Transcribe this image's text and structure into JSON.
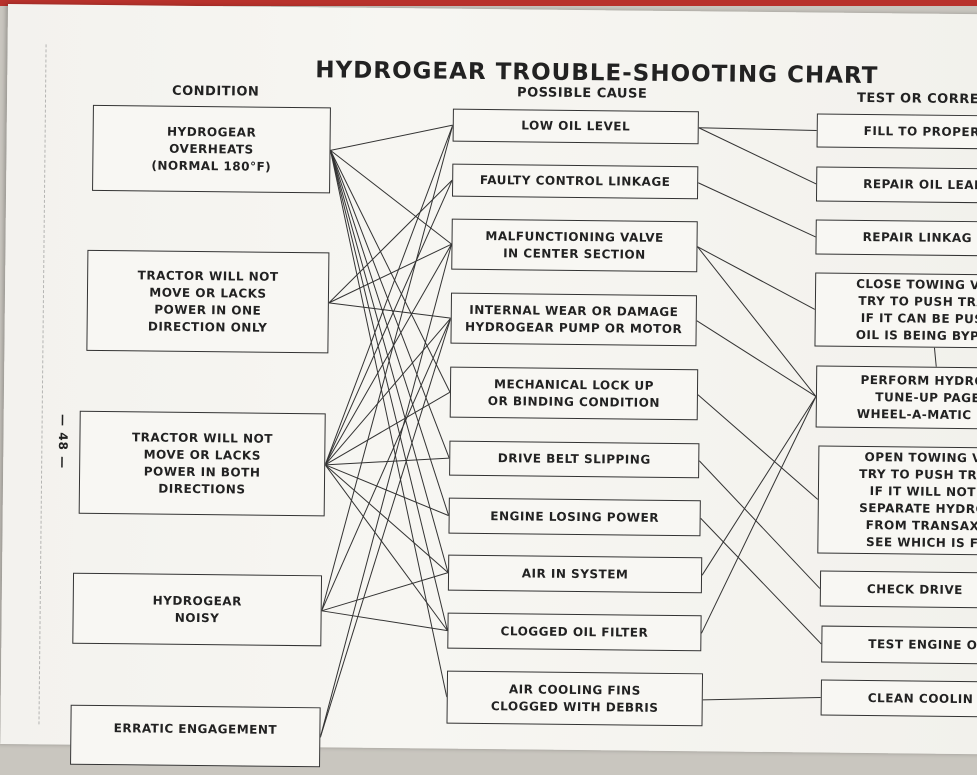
{
  "title": "HYDROGEAR TROUBLE-SHOOTING CHART",
  "page_number": "— 48 —",
  "columns": {
    "condition": "CONDITION",
    "cause": "POSSIBLE CAUSE",
    "test": "TEST OR CORREC"
  },
  "conditions": [
    {
      "id": "c1",
      "label": "HYDROGEAR\nOVERHEATS\n(NORMAL 180°F)"
    },
    {
      "id": "c2",
      "label": "TRACTOR WILL NOT\nMOVE OR LACKS\nPOWER IN ONE\nDIRECTION ONLY"
    },
    {
      "id": "c3",
      "label": "TRACTOR WILL NOT\nMOVE OR LACKS\nPOWER IN BOTH\nDIRECTIONS"
    },
    {
      "id": "c4",
      "label": "HYDROGEAR\nNOISY"
    },
    {
      "id": "c5",
      "label": "ERRATIC ENGAGEMENT"
    }
  ],
  "causes": [
    {
      "id": "p1",
      "label": "LOW OIL LEVEL"
    },
    {
      "id": "p2",
      "label": "FAULTY CONTROL LINKAGE"
    },
    {
      "id": "p3",
      "label": "MALFUNCTIONING VALVE\nIN CENTER SECTION"
    },
    {
      "id": "p4",
      "label": "INTERNAL WEAR OR DAMAGE\nHYDROGEAR PUMP OR MOTOR"
    },
    {
      "id": "p5",
      "label": "MECHANICAL LOCK UP\nOR BINDING CONDITION"
    },
    {
      "id": "p6",
      "label": "DRIVE BELT SLIPPING"
    },
    {
      "id": "p7",
      "label": "ENGINE LOSING POWER"
    },
    {
      "id": "p8",
      "label": "AIR IN SYSTEM"
    },
    {
      "id": "p9",
      "label": "CLOGGED OIL FILTER"
    },
    {
      "id": "p10",
      "label": "AIR COOLING FINS\nCLOGGED WITH DEBRIS"
    }
  ],
  "tests": [
    {
      "id": "t1",
      "label": "FILL TO PROPER LE"
    },
    {
      "id": "t2",
      "label": "REPAIR OIL LEAK"
    },
    {
      "id": "t3",
      "label": "REPAIR LINKAG"
    },
    {
      "id": "t4",
      "label": "CLOSE TOWING VA\nTRY TO PUSH TRA\nIF IT CAN BE PUS\nOIL IS BEING BYPA"
    },
    {
      "id": "t5",
      "label": "PERFORM HYDROG\nTUNE-UP PAGE\nWHEEL-A-MATIC MA"
    },
    {
      "id": "t6",
      "label": "OPEN TOWING V\nTRY TO PUSH TRA\nIF IT WILL NOT\nSEPARATE HYDRO\nFROM TRANSAX\nSEE WHICH IS F"
    },
    {
      "id": "t7",
      "label": "CHECK DRIVE"
    },
    {
      "id": "t8",
      "label": "TEST ENGINE OP"
    },
    {
      "id": "t9",
      "label": "CLEAN COOLIN"
    }
  ],
  "connections": [
    [
      "c1",
      "p1"
    ],
    [
      "c1",
      "p3"
    ],
    [
      "c1",
      "p5"
    ],
    [
      "c1",
      "p6"
    ],
    [
      "c1",
      "p7"
    ],
    [
      "c1",
      "p8"
    ],
    [
      "c1",
      "p9"
    ],
    [
      "c1",
      "p10"
    ],
    [
      "c2",
      "p2"
    ],
    [
      "c2",
      "p3"
    ],
    [
      "c2",
      "p4"
    ],
    [
      "c3",
      "p1"
    ],
    [
      "c3",
      "p2"
    ],
    [
      "c3",
      "p3"
    ],
    [
      "c3",
      "p4"
    ],
    [
      "c3",
      "p5"
    ],
    [
      "c3",
      "p6"
    ],
    [
      "c3",
      "p7"
    ],
    [
      "c3",
      "p8"
    ],
    [
      "c3",
      "p9"
    ],
    [
      "c4",
      "p1"
    ],
    [
      "c4",
      "p4"
    ],
    [
      "c4",
      "p8"
    ],
    [
      "c4",
      "p9"
    ],
    [
      "c5",
      "p3"
    ],
    [
      "c5",
      "p4"
    ],
    [
      "p1",
      "t1"
    ],
    [
      "p1",
      "t2"
    ],
    [
      "p2",
      "t3"
    ],
    [
      "p3",
      "t4"
    ],
    [
      "p3",
      "t5"
    ],
    [
      "p4",
      "t5"
    ],
    [
      "p5",
      "t6"
    ],
    [
      "p6",
      "t7"
    ],
    [
      "p7",
      "t8"
    ],
    [
      "p8",
      "t5"
    ],
    [
      "p9",
      "t5"
    ],
    [
      "p10",
      "t9"
    ],
    [
      "t4",
      "t5"
    ]
  ]
}
